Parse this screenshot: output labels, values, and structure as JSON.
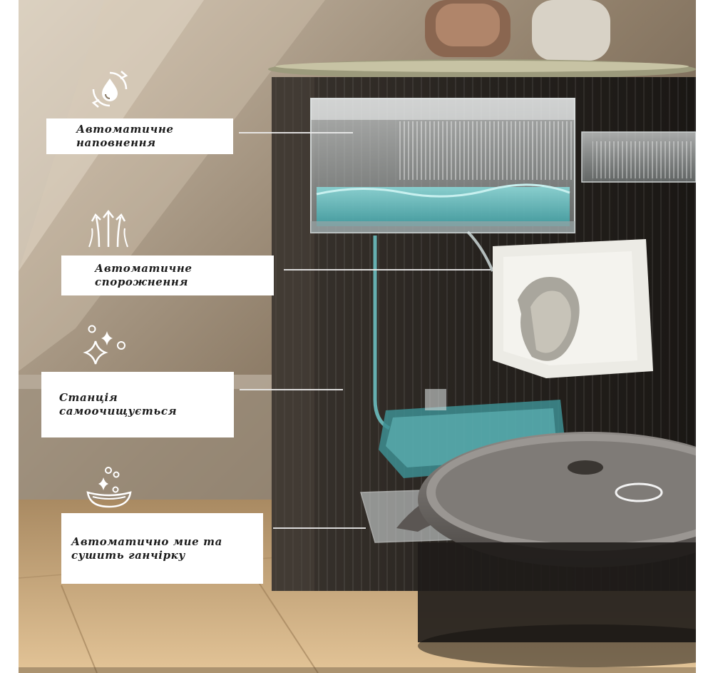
{
  "features": [
    {
      "icon": "water-drop-refresh-icon",
      "label": "Автоматичне\nнаповнення"
    },
    {
      "icon": "up-arrows-icon",
      "label": "Автоматичне\nспорожнення"
    },
    {
      "icon": "sparkles-icon",
      "label": "Станція\nсамоочищується"
    },
    {
      "icon": "mop-wash-bubbles-icon",
      "label": "Автоматично мие та\nсушить ганчірку"
    }
  ],
  "colors": {
    "wall": "#8a7a66",
    "floor": "#d8b98a",
    "station": "#2a2622",
    "water": "#6fc7c9",
    "label_bg": "#ffffff",
    "label_text": "#1c1c1c"
  }
}
